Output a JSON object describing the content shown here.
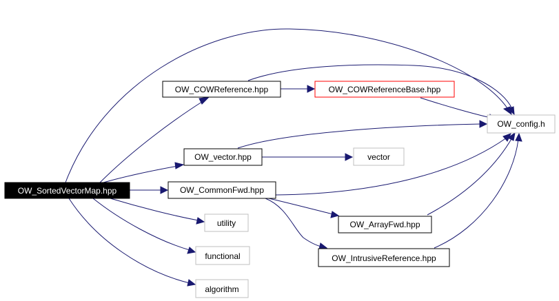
{
  "graph": {
    "nodes": {
      "sorted_vector_map": {
        "label": "OW_SortedVectorMap.hpp",
        "style": "root"
      },
      "cow_reference": {
        "label": "OW_COWReference.hpp",
        "style": "normal"
      },
      "cow_reference_base": {
        "label": "OW_COWReferenceBase.hpp",
        "style": "highlight"
      },
      "config": {
        "label": "OW_config.h",
        "style": "external"
      },
      "vector_hpp": {
        "label": "OW_vector.hpp",
        "style": "normal"
      },
      "vector": {
        "label": "vector",
        "style": "external"
      },
      "common_fwd": {
        "label": "OW_CommonFwd.hpp",
        "style": "normal"
      },
      "utility": {
        "label": "utility",
        "style": "external"
      },
      "array_fwd": {
        "label": "OW_ArrayFwd.hpp",
        "style": "normal"
      },
      "functional": {
        "label": "functional",
        "style": "external"
      },
      "intrusive_reference": {
        "label": "OW_IntrusiveReference.hpp",
        "style": "normal"
      },
      "algorithm": {
        "label": "algorithm",
        "style": "external"
      }
    },
    "colors": {
      "edge": "#191970",
      "root_fill": "#000000",
      "root_text": "#ffffff",
      "normal_border": "#000000",
      "highlight_border": "#ff0000",
      "external_border": "#bfbfbf"
    }
  }
}
